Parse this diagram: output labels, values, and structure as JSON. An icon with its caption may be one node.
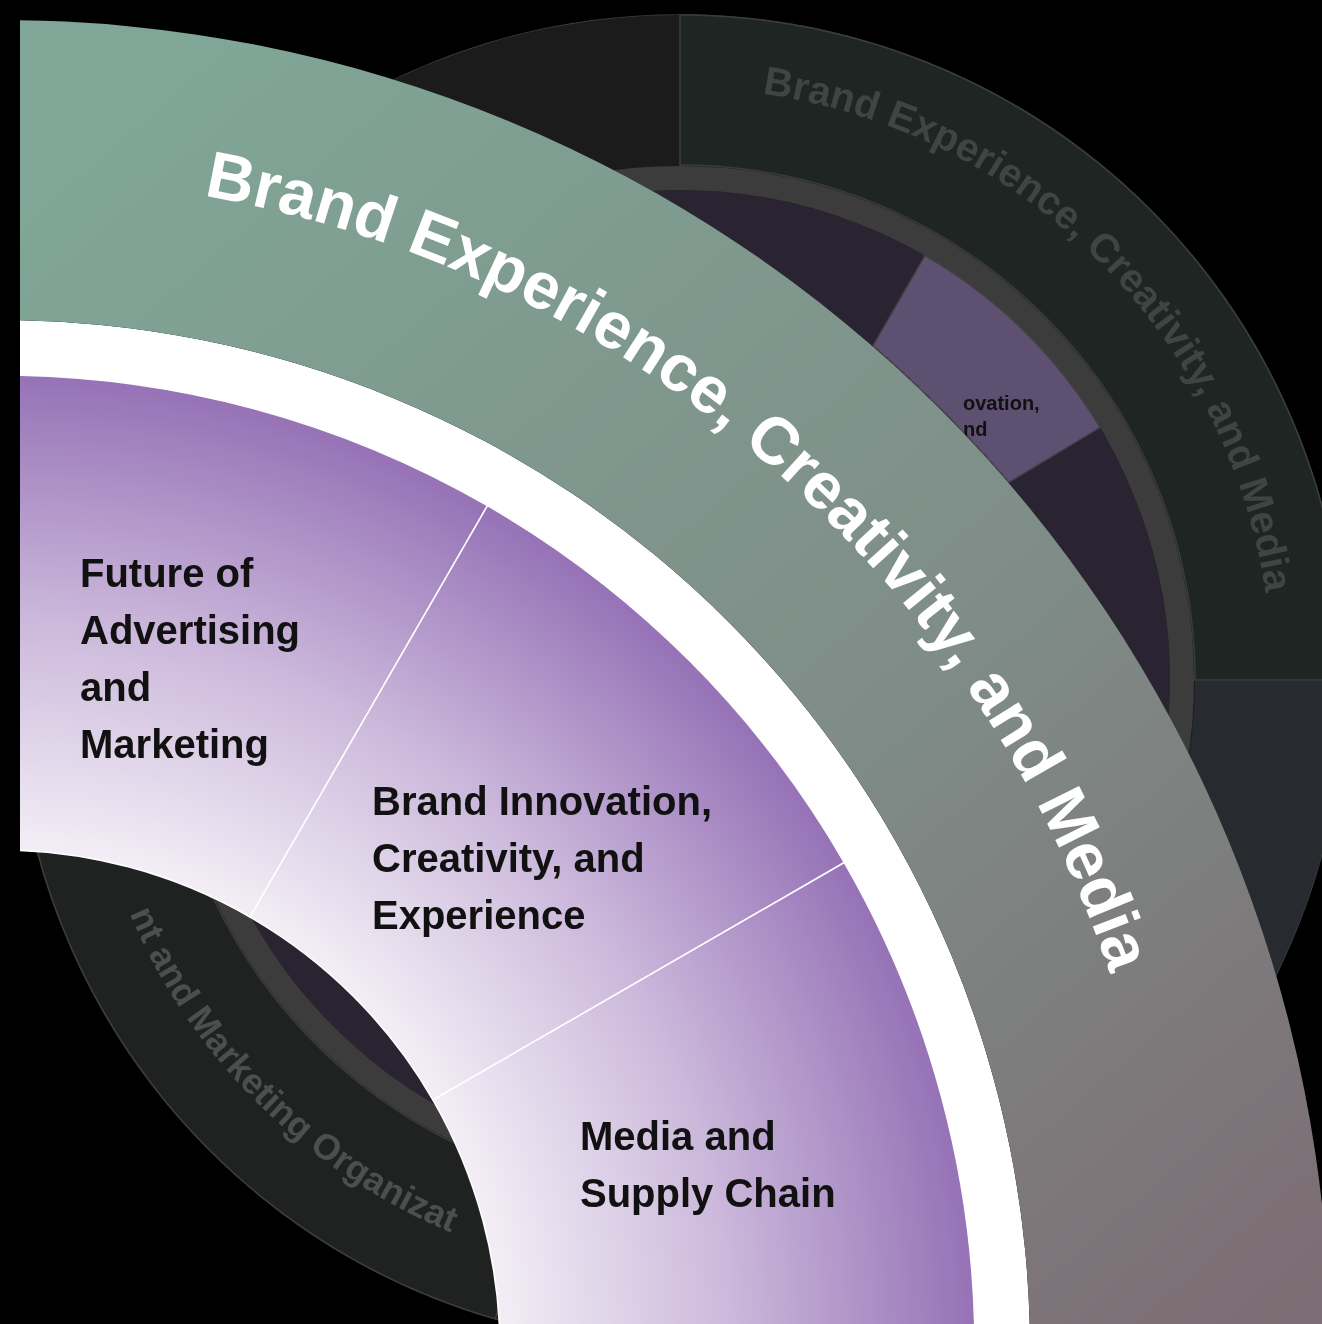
{
  "diagram": {
    "nodes": [
      {
        "text": [
          "Brand Experience, Creativity, and Media"
        ]
      },
      {
        "text": [
          "Future of Advertising and Marketing"
        ]
      },
      {
        "text": [
          "Brand Innovation, Creativity, and Experience"
        ]
      },
      {
        "text": [
          "Media and Supply Chain"
        ]
      },
      {
        "text": [
          "Brand Experience, Creativity, and Media"
        ]
      },
      {
        "text": [
          "ovation, nd"
        ]
      },
      {
        "text": [
          "nt and Marketing Organizat"
        ]
      }
    ]
  }
}
